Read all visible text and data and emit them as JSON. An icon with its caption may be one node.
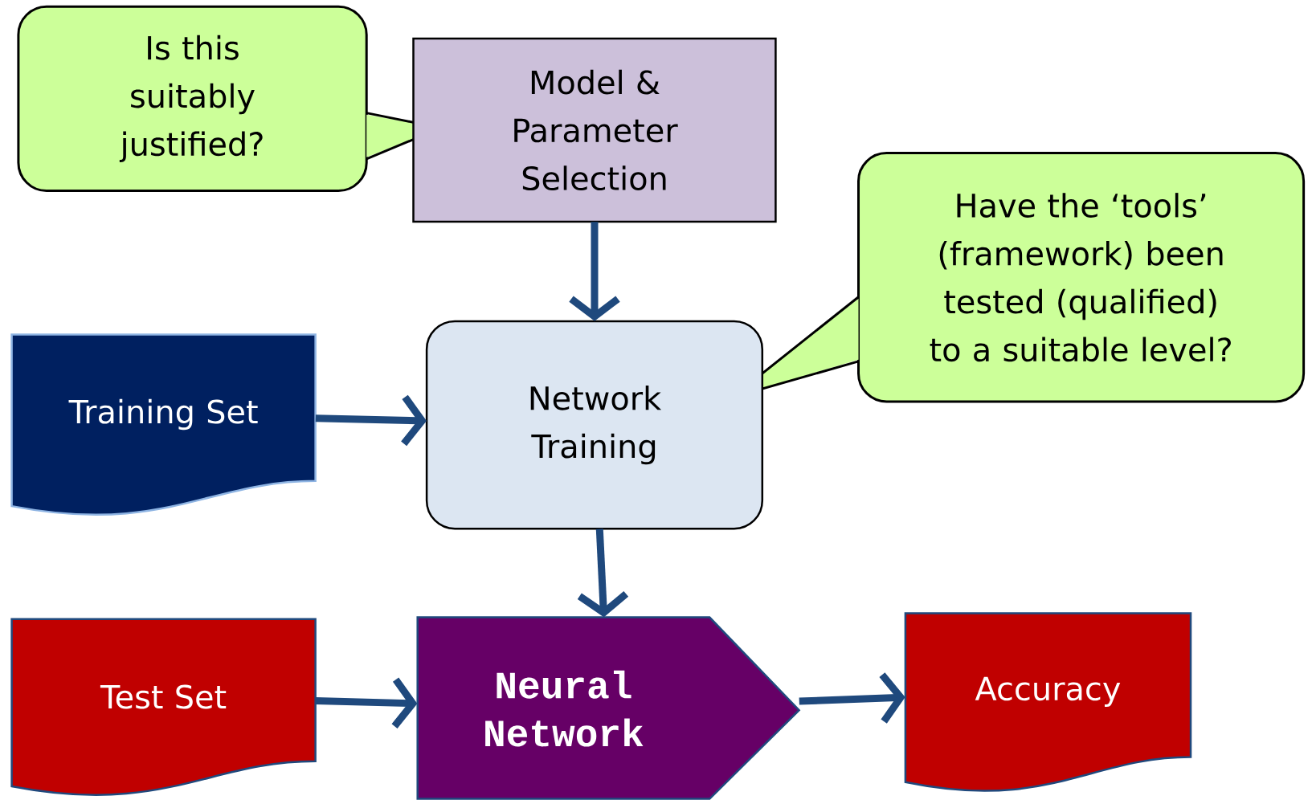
{
  "diagram": {
    "nodes": [
      {
        "text": [
          "Is this suitably justified?"
        ]
      },
      {
        "text": [
          "Model & Parameter Selection"
        ]
      },
      {
        "text": [
          "Have the ‘tools’ (framework) been tested (qualified) to a suitable level?"
        ]
      },
      {
        "text": [
          "Training Set"
        ]
      },
      {
        "text": [
          "Network Training"
        ]
      },
      {
        "text": [
          "Test Set"
        ]
      },
      {
        "text": [
          "Neural Network"
        ]
      },
      {
        "text": [
          "Accuracy"
        ]
      }
    ],
    "edges": [
      {
        "from": 1,
        "to": 4,
        "arrow": "to"
      },
      {
        "from": 3,
        "to": 4,
        "arrow": "to"
      },
      {
        "from": 4,
        "to": 6,
        "arrow": "to"
      },
      {
        "from": 5,
        "to": 6,
        "arrow": "to"
      },
      {
        "from": 6,
        "to": 7,
        "arrow": "to"
      }
    ]
  }
}
